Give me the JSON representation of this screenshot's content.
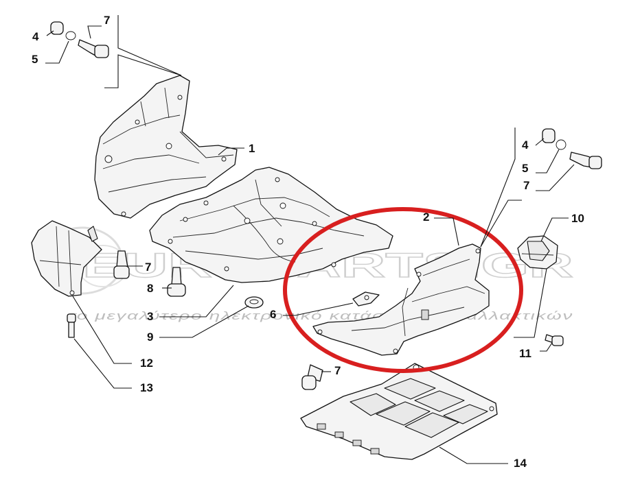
{
  "watermark": {
    "brand": "EUROPARTS.GR",
    "tagline": "το μεγαλύτερο ηλεκτρονικό κατάστημα ανταλλακτικών"
  },
  "callouts": {
    "c1": "1",
    "c2": "2",
    "c3": "3",
    "c4a": "4",
    "c4b": "4",
    "c5a": "5",
    "c5b": "5",
    "c6": "6",
    "c7a": "7",
    "c7b": "7",
    "c7c": "7",
    "c7d": "7",
    "c8": "8",
    "c9": "9",
    "c10": "10",
    "c11": "11",
    "c12": "12",
    "c13": "13",
    "c14": "14"
  },
  "colors": {
    "highlight_ring": "#d81f1f",
    "line": "#111111",
    "watermark": "#cfcfcf"
  }
}
